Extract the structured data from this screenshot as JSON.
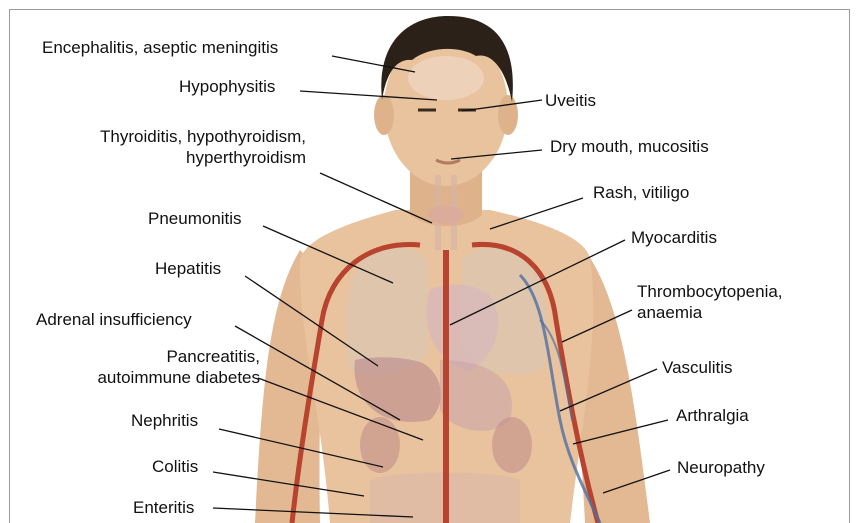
{
  "figure": {
    "labels_left": {
      "encephalitis": "Encephalitis, aseptic meningitis",
      "hypophysitis": "Hypophysitis",
      "thyroiditis_1": "Thyroiditis, hypothyroidism,",
      "thyroiditis_2": "hyperthyroidism",
      "pneumonitis": "Pneumonitis",
      "hepatitis": "Hepatitis",
      "adrenal": "Adrenal insufficiency",
      "pancreatitis_1": "Pancreatitis,",
      "pancreatitis_2": "autoimmune diabetes",
      "nephritis": "Nephritis",
      "colitis": "Colitis",
      "enteritis": "Enteritis"
    },
    "labels_right": {
      "uveitis": "Uveitis",
      "dry_mouth": "Dry mouth, mucositis",
      "rash": "Rash, vitiligo",
      "myocarditis": "Myocarditis",
      "thrombo_1": "Thrombocytopenia,",
      "thrombo_2": "anaemia",
      "vasculitis": "Vasculitis",
      "arthralgia": "Arthralgia",
      "neuropathy": "Neuropathy"
    },
    "colors": {
      "skin": "#e8c39e",
      "skin_shadow": "#cf9f76",
      "hair": "#2b2118",
      "artery": "#b8432f",
      "vein": "#4f6fa0",
      "organ": "#c9a3a8",
      "leader_line": "#111111"
    }
  }
}
